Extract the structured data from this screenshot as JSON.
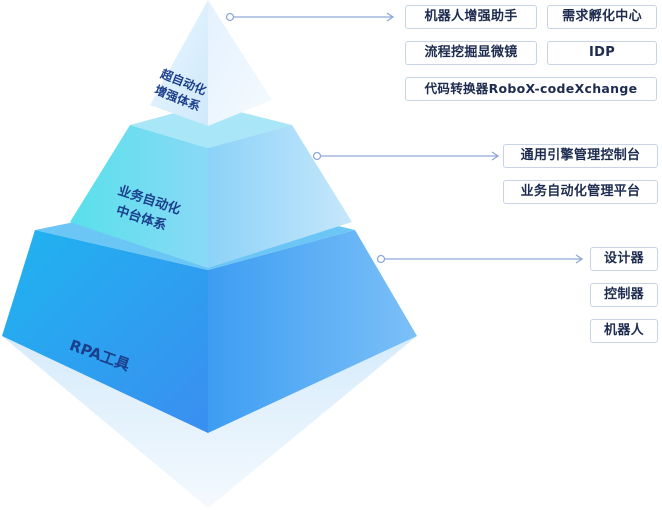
{
  "layers": [
    {
      "label_line1": "超自动化",
      "label_line2": "增强体系"
    },
    {
      "label_line1": "业务自动化",
      "label_line2": "中台体系"
    },
    {
      "label_line1": "RPA工具"
    }
  ],
  "tags": {
    "top": [
      "机器人增强助手",
      "需求孵化中心",
      "流程挖掘显微镜",
      "IDP",
      "代码转换器RoboX-codeXchange"
    ],
    "middle": [
      "通用引擎管理控制台",
      "业务自动化管理平台"
    ],
    "bottom": [
      "设计器",
      "控制器",
      "机器人"
    ]
  },
  "colors": {
    "connector": "#8fa8d6",
    "tag_border": "#c9d3e6",
    "tag_text": "#1d2b4f",
    "layer_text": "#1b3f8c"
  }
}
